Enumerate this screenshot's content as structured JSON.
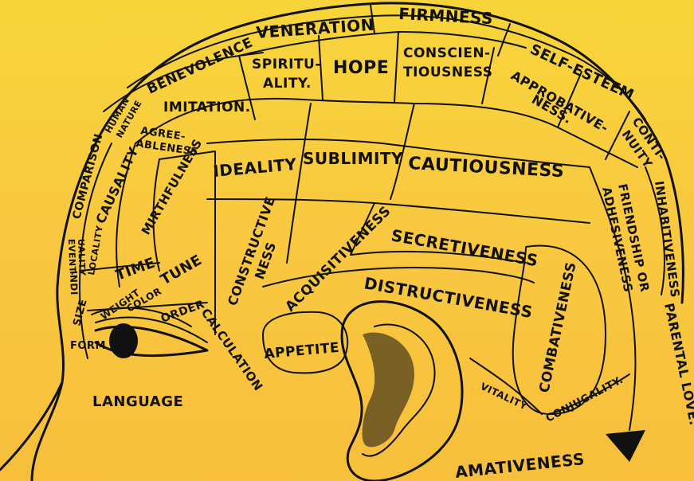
{
  "labels": {
    "firmness": "FIRMNESS",
    "veneration": "VENERATION",
    "benevolence": "BENEVOLENCE",
    "spirituality_1": "SPIRITU-",
    "spirituality_2": "ALITY.",
    "hope": "HOPE",
    "conscientiousness_1": "CONSCIEN-",
    "conscientiousness_2": "TIOUSNESS",
    "self_esteem": "SELF-ESTEEM",
    "approbativeness_1": "APPROBATIVE-",
    "approbativeness_2": "NESS.",
    "continuity_1": "CONTI-",
    "continuity_2": "NUITY",
    "imitation": "IMITATION.",
    "human_nature_1": "HUMAN",
    "human_nature_2": "NATURE",
    "agreeableness_1": "AGREE-",
    "agreeableness_2": "ABLENESS",
    "ideality": "IDEALITY",
    "sublimity": "SUBLIMITY",
    "cautiousness": "CAUTIOUSNESS",
    "comparison": "COMPARISON",
    "causality": "CAUSALITY",
    "mirthfulness": "MIRTHFULNESS",
    "inhabitiveness": "INHABITIVENESS",
    "friendship_1": "FRIENDSHIP OR",
    "friendship_2": "ADHESIVENESS",
    "eventuality_1": "EVENT-",
    "eventuality_2": "UALITY",
    "locality": "LOCALITY",
    "individuality": "INDI",
    "constructiveness_1": "CONSTRUCTIVE",
    "constructiveness_2": "NESS",
    "acquisitiveness": "ACQUISITIVENESS",
    "secretiveness": "SECRETIVENESS",
    "time": "TIME",
    "tune": "TUNE",
    "distructiveness": "DISTRUCTIVENESS",
    "combativeness": "COMBATIVENESS",
    "size": "SIZE",
    "weight": "WEIGHT",
    "color": "COLOR",
    "order": "ORDER",
    "calculation": "CALCULATION",
    "parental_love": "PARENTAL LOVE.",
    "form": "FORM",
    "appetite": "APPETITE",
    "vitality": "VITALITY",
    "conjugality": "CONJUGALITY.",
    "language": "LANGUAGE",
    "amativeness": "AMATIVENESS"
  },
  "colors": {
    "background_top": "#f7d53a",
    "background_bottom": "#f7bf3c",
    "ink": "#111111"
  }
}
